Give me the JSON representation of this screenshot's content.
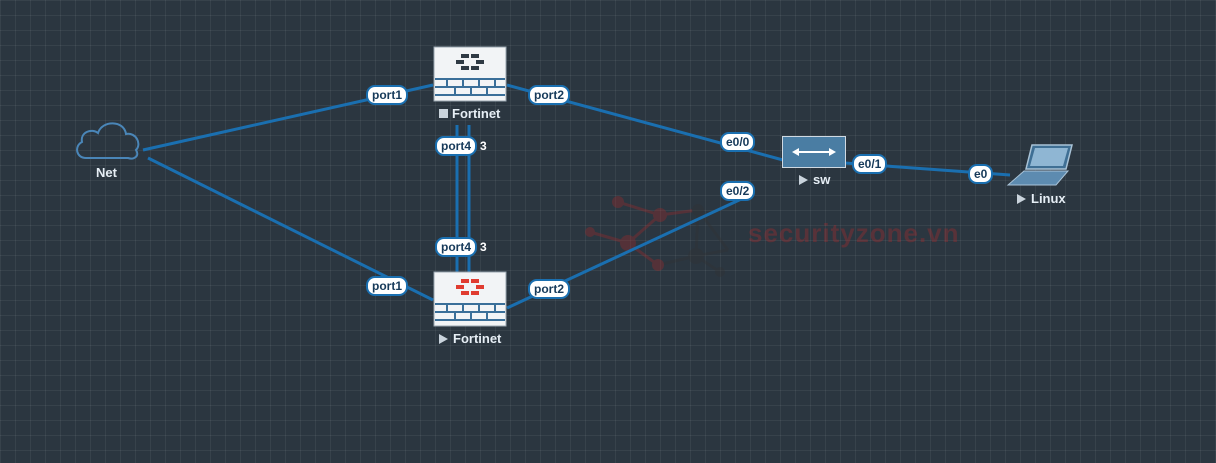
{
  "nodes": {
    "net": {
      "label": "Net"
    },
    "fortinet_top": {
      "label": "Fortinet",
      "state": "stopped"
    },
    "fortinet_bottom": {
      "label": "Fortinet",
      "state": "running"
    },
    "sw": {
      "label": "sw",
      "state": "running"
    },
    "linux": {
      "label": "Linux",
      "state": "running"
    }
  },
  "ports": {
    "top_port1": "port1",
    "top_port2": "port2",
    "top_port4": "port4",
    "top_port3_partial": "3",
    "bottom_port4": "port4",
    "bottom_port3_partial": "3",
    "bottom_port1": "port1",
    "bottom_port2": "port2",
    "sw_e00": "e0/0",
    "sw_e01": "e0/1",
    "sw_e02": "e0/2",
    "linux_e0": "e0"
  },
  "watermark": {
    "text": "securityzone.vn"
  },
  "colors": {
    "background": "#2b3640",
    "link": "#1a6fb0",
    "fortinet_red": "#e03c31",
    "switch_blue": "#4a7da3"
  }
}
